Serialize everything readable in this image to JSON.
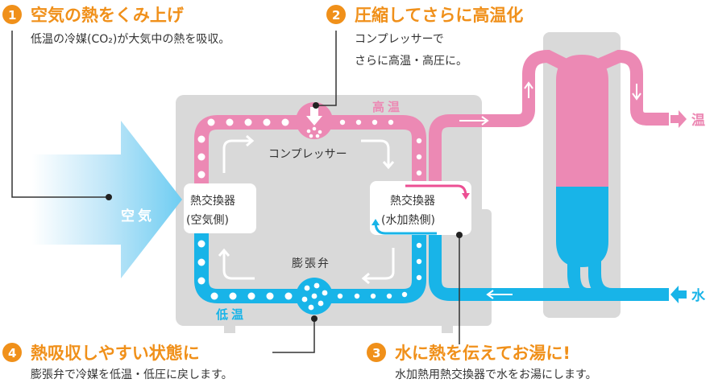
{
  "colors": {
    "accent": "#f0901a",
    "hot": "#ec89b4",
    "cold": "#18b4e8",
    "panel": "#d9d9d9"
  },
  "steps": [
    {
      "num": "1",
      "title": "空気の熱をくみ上げ",
      "lines": [
        "低温の冷媒(CO₂)が大気中の熱を吸収。"
      ]
    },
    {
      "num": "2",
      "title": "圧縮してさらに高温化",
      "lines": [
        "コンプレッサーで",
        "さらに高温・高圧に。"
      ]
    },
    {
      "num": "3",
      "title": "水に熱を伝えてお湯に!",
      "lines": [
        "水加熱用熱交換器で水をお湯にします。"
      ]
    },
    {
      "num": "4",
      "title": "熱吸収しやすい状態に",
      "lines": [
        "膨張弁で冷媒を低温・低圧に戻します。"
      ]
    }
  ],
  "labels": {
    "air": "空気",
    "high_temp": "高温",
    "low_temp": "低温",
    "compressor": "コンプレッサー",
    "expansion_valve": "膨張弁",
    "hx_air": [
      "熱交換器",
      "(空気側)"
    ],
    "hx_water": [
      "熱交換器",
      "(水加熱側)"
    ],
    "hot_water": "温",
    "water": "水"
  }
}
